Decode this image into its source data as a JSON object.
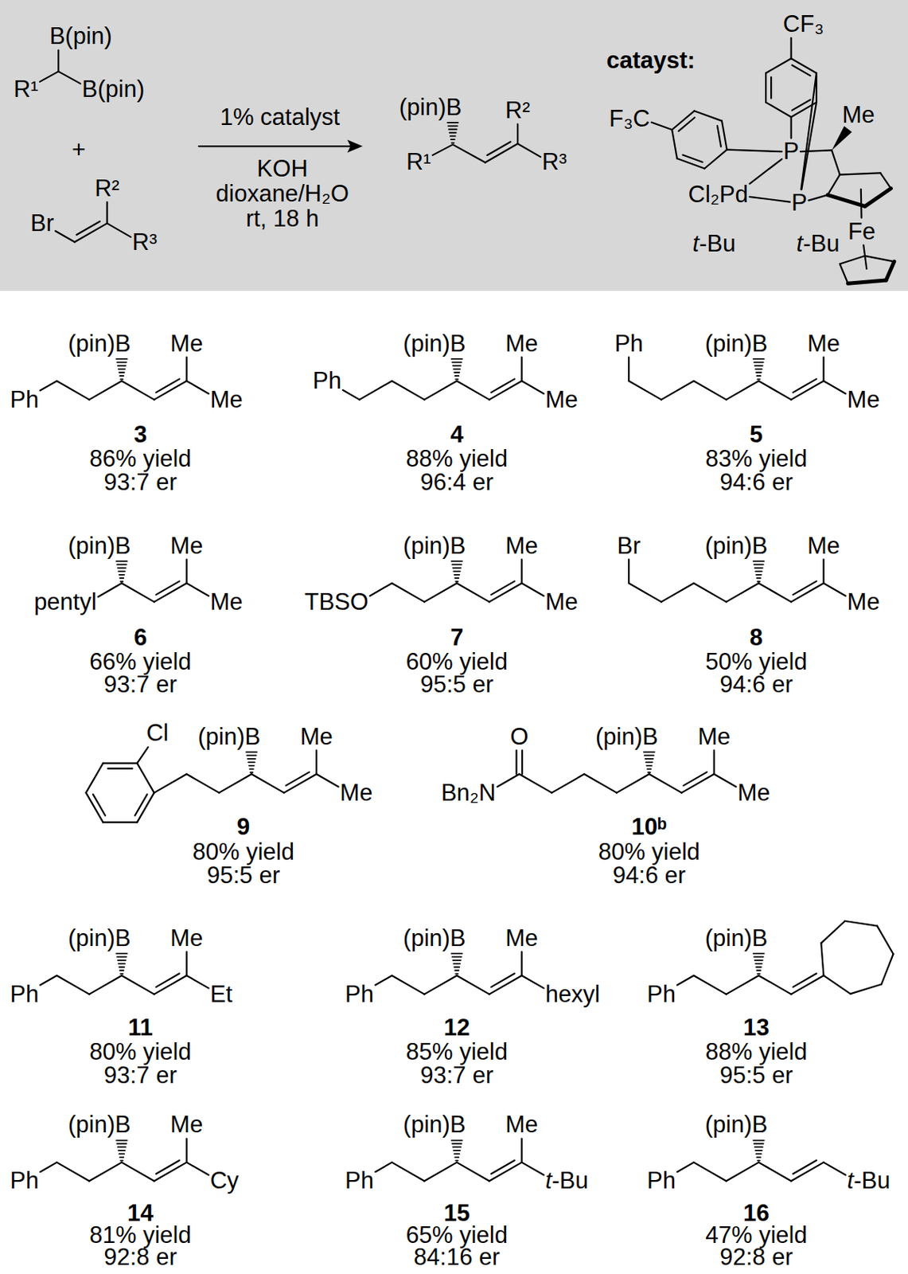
{
  "diagram": {
    "nodes": [
      {
        "text": [
          "B(pin)",
          "R¹",
          "B(pin)",
          "+",
          "Br",
          "R²",
          "R³",
          "1% catalyst",
          "KOH",
          "dioxane/H₂O",
          "rt, 18 h",
          "(pin)B",
          "R²",
          "R¹",
          "R³",
          "catayst:",
          "CF₃",
          "F₃C",
          "Me",
          "P",
          "Cl₂Pd",
          "P",
          "Fe",
          "t-Bu",
          "t-Bu"
        ]
      }
    ],
    "labels": [
      "(pin)B",
      "Me",
      "Ph",
      "Me",
      "3",
      "86% yield",
      "93:7 er",
      "(pin)B",
      "Me",
      "Ph",
      "Me",
      "4",
      "88% yield",
      "96:4 er",
      "Ph",
      "(pin)B",
      "Me",
      "Me",
      "5",
      "83% yield",
      "94:6 er",
      "(pin)B",
      "Me",
      "pentyl",
      "Me",
      "6",
      "66% yield",
      "93:7 er",
      "(pin)B",
      "Me",
      "TBSO",
      "Me",
      "7",
      "60% yield",
      "95:5 er",
      "Br",
      "(pin)B",
      "Me",
      "Me",
      "8",
      "50% yield",
      "94:6 er",
      "Cl",
      "(pin)B",
      "Me",
      "Me",
      "9",
      "80% yield",
      "95:5 er",
      "O",
      "(pin)B",
      "Me",
      "Bn₂N",
      "Me",
      "10ᵇ",
      "80% yield",
      "94:6 er",
      "(pin)B",
      "Me",
      "Ph",
      "Et",
      "11",
      "80% yield",
      "93:7 er",
      "(pin)B",
      "Me",
      "Ph",
      "hexyl",
      "12",
      "85% yield",
      "93:7 er",
      "(pin)B",
      "Ph",
      "13",
      "88% yield",
      "95:5 er",
      "(pin)B",
      "Me",
      "Ph",
      "Cy",
      "14",
      "81% yield",
      "92:8 er",
      "(pin)B",
      "Me",
      "Ph",
      "t-Bu",
      "15",
      "65% yield",
      "84:16 er",
      "(pin)B",
      "Ph",
      "t-Bu",
      "16",
      "47% yield",
      "92:8 er"
    ]
  }
}
